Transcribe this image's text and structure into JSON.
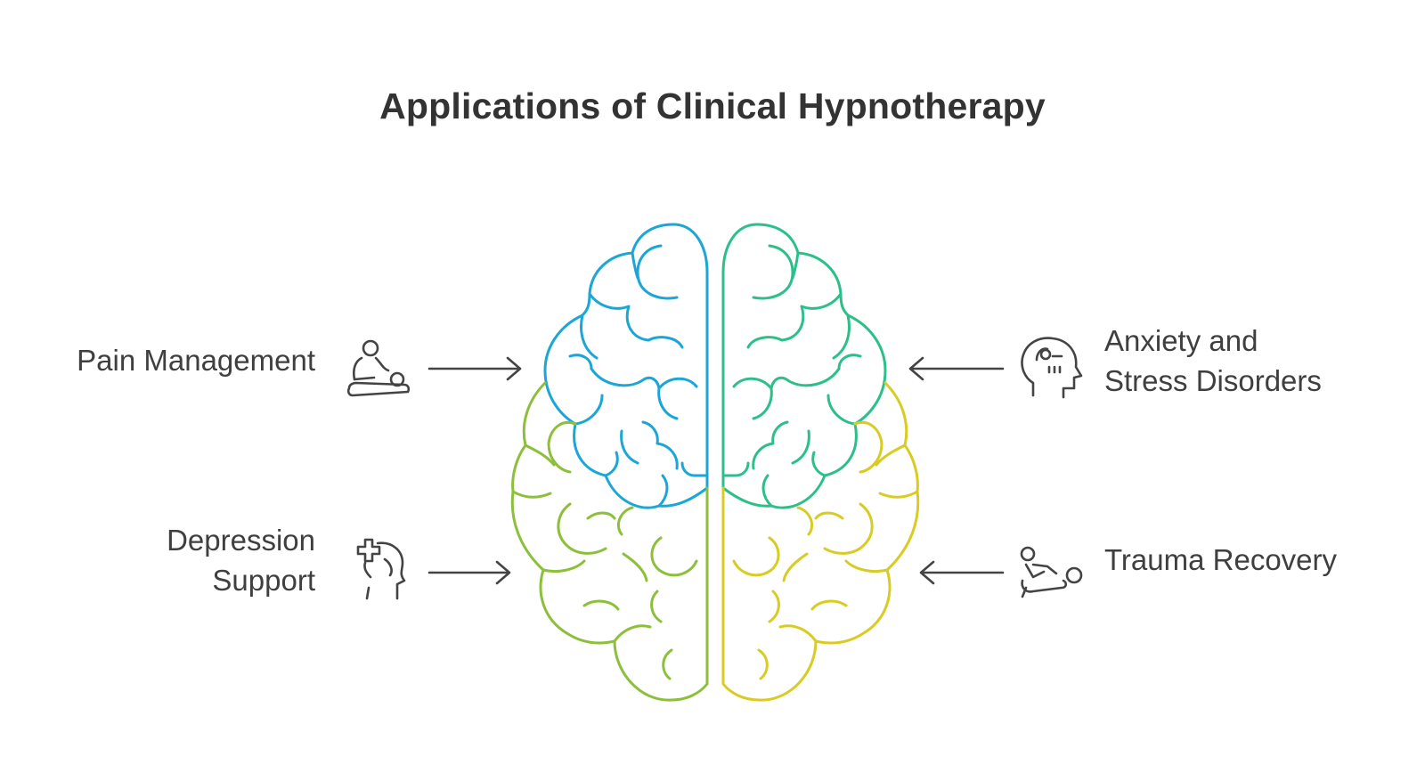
{
  "title": "Applications of Clinical Hypnotherapy",
  "items": [
    {
      "lines": [
        "Pain Management"
      ],
      "icon": "massage-therapy-icon",
      "side": "left"
    },
    {
      "lines": [
        "Depression",
        "Support"
      ],
      "icon": "medical-head-icon",
      "side": "left"
    },
    {
      "lines": [
        "Anxiety and",
        "Stress Disorders"
      ],
      "icon": "stressed-head-icon",
      "side": "right"
    },
    {
      "lines": [
        "Trauma Recovery"
      ],
      "icon": "injured-person-icon",
      "side": "right"
    }
  ],
  "colors": {
    "brain_top_left": "#1aa6d6",
    "brain_top_right": "#2dbf8a",
    "brain_bottom_left": "#8cbf3a",
    "brain_bottom_right": "#d8cc22",
    "text": "#3f3f3f",
    "icons": "#444444"
  }
}
